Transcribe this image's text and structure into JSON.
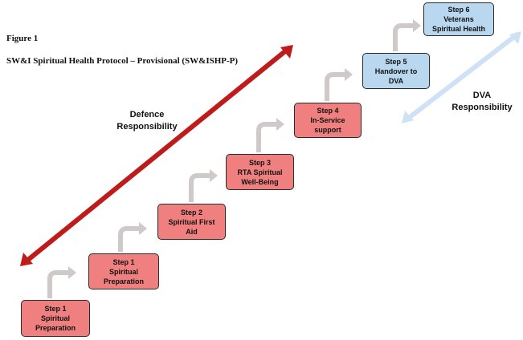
{
  "figure_label": "Figure 1",
  "figure_title": "SW&I Spiritual Health Protocol – Provisional (SW&ISHP-P)",
  "defence": {
    "line1": "Defence",
    "line2": "Responsibility"
  },
  "dva": {
    "line1": "DVA",
    "line2": "Responsibility"
  },
  "colors": {
    "defence_arrow": "#bf1b1b",
    "dva_arrow": "#cfe2f5",
    "step_red": "#f08080",
    "step_blue": "#b9d7ef",
    "connector": "#c9c3c3"
  },
  "steps": [
    {
      "lines": [
        "Step 1",
        "Spiritual",
        "Preparation"
      ],
      "color": "red"
    },
    {
      "lines": [
        "Step  1",
        "Spiritual",
        "Preparation"
      ],
      "color": "red"
    },
    {
      "lines": [
        "Step 2",
        "Spiritual First",
        "Aid"
      ],
      "color": "red"
    },
    {
      "lines": [
        "Step  3",
        "RTA Spiritual",
        "Well-Being"
      ],
      "color": "red"
    },
    {
      "lines": [
        "Step 4",
        "In-Service",
        "support"
      ],
      "color": "red"
    },
    {
      "lines": [
        "Step 5",
        "Handover to",
        "DVA"
      ],
      "color": "blue"
    },
    {
      "lines": [
        "Step 6",
        "Veterans",
        "Spiritual Health"
      ],
      "color": "blue"
    }
  ]
}
